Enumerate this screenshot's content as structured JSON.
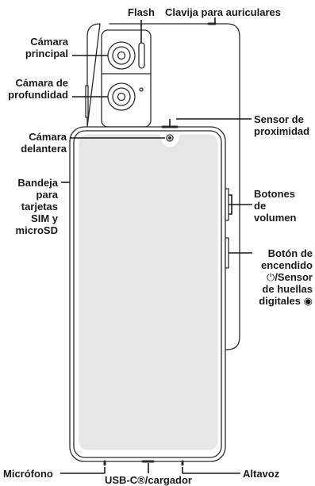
{
  "colors": {
    "outline": "#2b2b2b",
    "screen": "#e6e6e6",
    "body": "#ffffff"
  },
  "labels": {
    "flash": "Flash",
    "headphone_jack": "Clavija para auriculares",
    "main_camera": [
      "Cámara",
      "principal"
    ],
    "depth_camera": [
      "Cámara de",
      "profundidad"
    ],
    "proximity_sensor": [
      "Sensor de",
      "proximidad"
    ],
    "front_camera": [
      "Cámara",
      "delantera"
    ],
    "sim_tray": [
      "Bandeja",
      "para",
      "tarjetas",
      "SIM y",
      "microSD"
    ],
    "volume_buttons": [
      "Botones",
      "de",
      "volumen"
    ],
    "power_button": [
      "Botón de",
      "encendido",
      "/Sensor",
      "de huellas",
      "digitales"
    ],
    "microphone": "Micrófono",
    "speaker": "Altavoz",
    "usb": "USB-C®/cargador"
  },
  "icons": {
    "power": "power-icon",
    "fingerprint": "fingerprint-icon"
  }
}
